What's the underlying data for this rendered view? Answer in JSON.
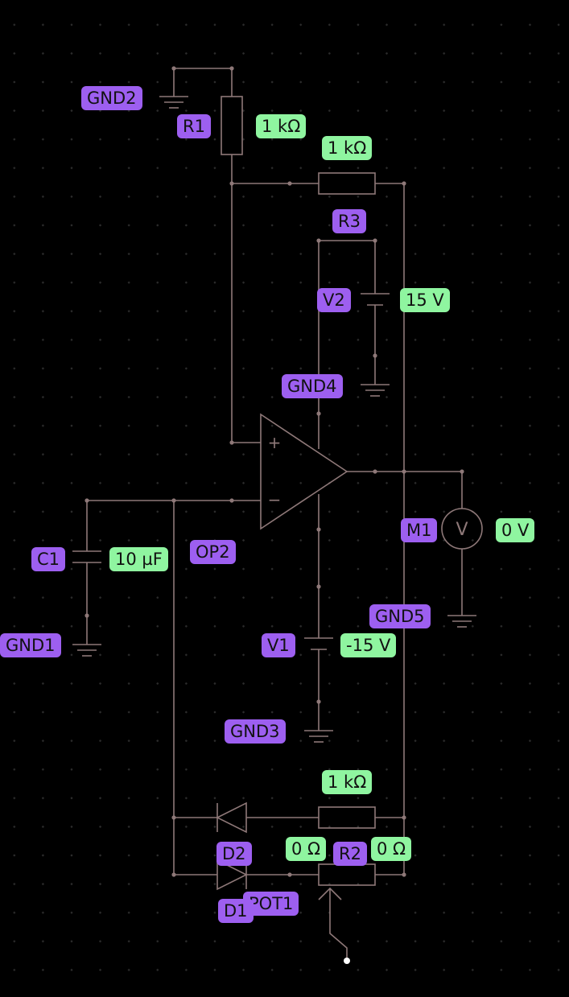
{
  "colors": {
    "background": "#000000",
    "wire": "#8e7878",
    "name_label": "#9d5ff0",
    "value_label": "#8ff5a0"
  },
  "labels": {
    "gnd2": "GND2",
    "r1": "R1",
    "r1_value": "1 kΩ",
    "r3_value": "1 kΩ",
    "r3": "R3",
    "v2": "V2",
    "v2_value": "15 V",
    "gnd4": "GND4",
    "m1": "M1",
    "m1_value": "0 V",
    "c1": "C1",
    "c1_value": "10 µF",
    "op2": "OP2",
    "gnd5": "GND5",
    "gnd1": "GND1",
    "v1": "V1",
    "v1_value": "-15 V",
    "gnd3": "GND3",
    "r4_value": "1 kΩ",
    "d2": "D2",
    "pot_left_value": "0 Ω",
    "r2": "R2",
    "pot_right_value": "0 Ω",
    "d1": "D1",
    "pot1": "POT1"
  },
  "symbols": {
    "opamp_plus": "+",
    "opamp_minus": "−",
    "meter_icon": "V"
  }
}
